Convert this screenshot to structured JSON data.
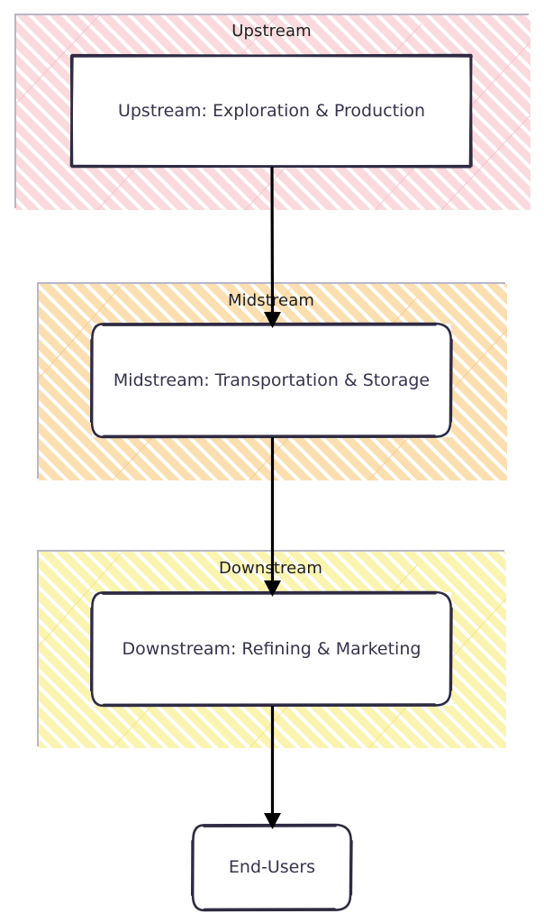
{
  "diagram": {
    "type": "flowchart",
    "direction": "top-down",
    "background": "#ffffff",
    "style": "hand-drawn",
    "clusters": [
      {
        "id": "upstream",
        "title": "Upstream",
        "fill": "#fadadd",
        "hatch_color": "#f7b9c2",
        "border": "#b9b6c9"
      },
      {
        "id": "midstream",
        "title": "Midstream",
        "fill": "#fbdfb1",
        "hatch_color": "#f3c98a",
        "border": "#b9b6c9"
      },
      {
        "id": "downstream",
        "title": "Downstream",
        "fill": "#fbf4b0",
        "hatch_color": "#f2e37e",
        "border": "#b9b6c9"
      }
    ],
    "nodes": [
      {
        "id": "upstream",
        "label": "Upstream: Exploration & Production",
        "shape": "rectangle",
        "fill": "#ffffff",
        "stroke": "#2e2b42",
        "text_color": "#36344d"
      },
      {
        "id": "midstream",
        "label": "Midstream: Transportation & Storage",
        "shape": "rounded-rectangle",
        "fill": "#ffffff",
        "stroke": "#2e2b42",
        "text_color": "#36344d"
      },
      {
        "id": "downstream",
        "label": "Downstream: Refining & Marketing",
        "shape": "rounded-rectangle",
        "fill": "#ffffff",
        "stroke": "#2e2b42",
        "text_color": "#36344d"
      },
      {
        "id": "endusers",
        "label": "End-Users",
        "shape": "rounded-rectangle",
        "fill": "#ffffff",
        "stroke": "#2e2b42",
        "text_color": "#36344d"
      }
    ],
    "edges": [
      {
        "id": "e1",
        "from": "upstream",
        "to": "midstream",
        "label": "",
        "arrow": "triangle",
        "color": "#000000"
      },
      {
        "id": "e2",
        "from": "midstream",
        "to": "downstream",
        "label": "",
        "arrow": "triangle",
        "color": "#000000"
      },
      {
        "id": "e3",
        "from": "downstream",
        "to": "endusers",
        "label": "",
        "arrow": "triangle",
        "color": "#000000"
      }
    ]
  }
}
